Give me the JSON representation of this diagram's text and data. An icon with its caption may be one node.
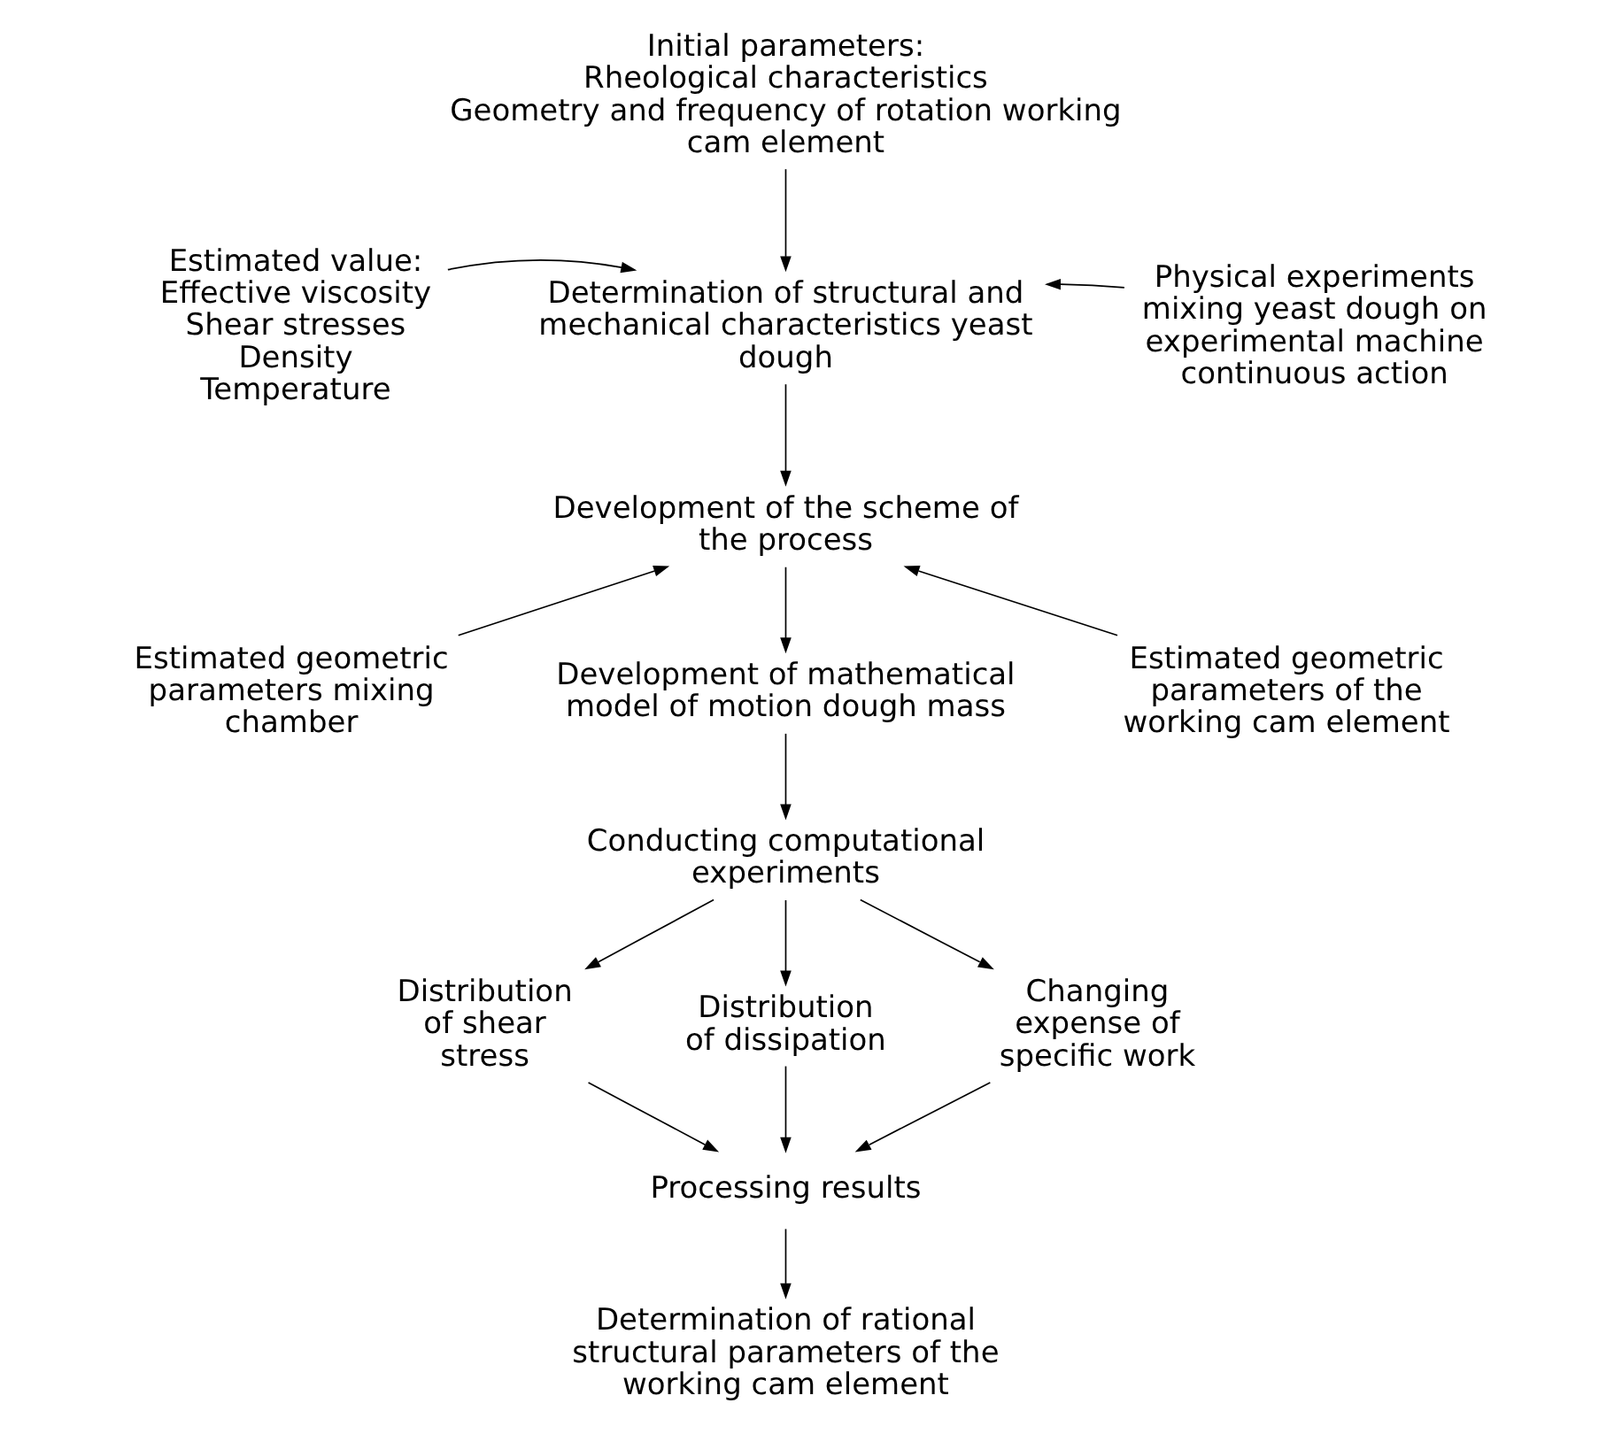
{
  "diagram": {
    "nodes": [
      {
        "text": [
          "Initial parameters:",
          "Rheological characteristics",
          "Geometry and frequency of rotation working cam element"
        ]
      },
      {
        "text": [
          "Estimated value:",
          "Effective viscosity",
          "Shear stresses",
          "Density",
          "Temperature"
        ]
      },
      {
        "text": [
          "Determination of structural and mechanical characteristics yeast dough"
        ]
      },
      {
        "text": [
          "Physical experiments mixing yeast dough on experimental machine continuous action"
        ]
      },
      {
        "text": [
          "Development of the scheme of the process"
        ]
      },
      {
        "text": [
          "Estimated geometric parameters mixing chamber"
        ]
      },
      {
        "text": [
          "Estimated geometric parameters of the working cam element"
        ]
      },
      {
        "text": [
          "Development of mathematical model of motion dough mass"
        ]
      },
      {
        "text": [
          "Conducting computational experiments"
        ]
      },
      {
        "text": [
          "Distribution of shear stress"
        ]
      },
      {
        "text": [
          "Distribution of dissipation"
        ]
      },
      {
        "text": [
          "Changing expense of specific work"
        ]
      },
      {
        "text": [
          "Processing results"
        ]
      },
      {
        "text": [
          "Determination of rational structural parameters of the working cam element"
        ]
      }
    ],
    "edges": [
      {
        "from": 0,
        "to": 2,
        "arrow": "to"
      },
      {
        "from": 1,
        "to": 2,
        "arrow": "to"
      },
      {
        "from": 3,
        "to": 2,
        "arrow": "to"
      },
      {
        "from": 2,
        "to": 4,
        "arrow": "to"
      },
      {
        "from": 5,
        "to": 4,
        "arrow": "to"
      },
      {
        "from": 6,
        "to": 4,
        "arrow": "to"
      },
      {
        "from": 4,
        "to": 7,
        "arrow": "to"
      },
      {
        "from": 7,
        "to": 8,
        "arrow": "to"
      },
      {
        "from": 8,
        "to": 9,
        "arrow": "to"
      },
      {
        "from": 8,
        "to": 10,
        "arrow": "to"
      },
      {
        "from": 8,
        "to": 11,
        "arrow": "to"
      },
      {
        "from": 9,
        "to": 12,
        "arrow": "to"
      },
      {
        "from": 10,
        "to": 12,
        "arrow": "to"
      },
      {
        "from": 11,
        "to": 12,
        "arrow": "to"
      },
      {
        "from": 12,
        "to": 13,
        "arrow": "to"
      }
    ]
  }
}
